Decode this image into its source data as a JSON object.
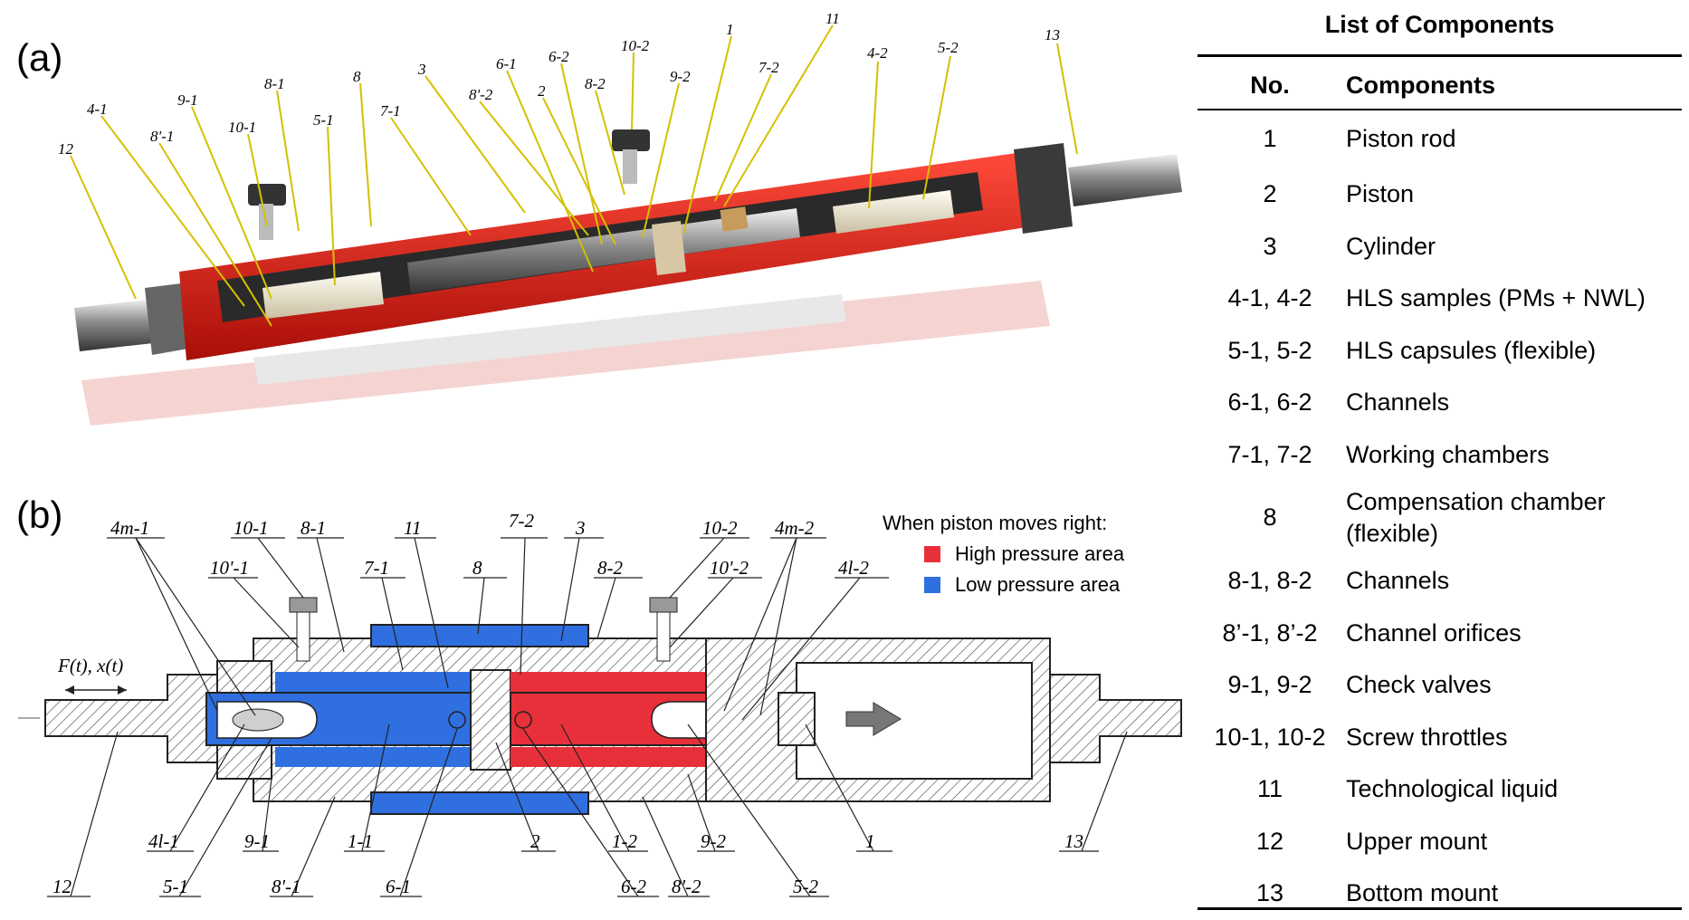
{
  "panel_a": {
    "label": "(a)",
    "callouts": {
      "c_12": "12",
      "c_4_1": "4-1",
      "c_8p_1": "8'-1",
      "c_9_1": "9-1",
      "c_10_1": "10-1",
      "c_8_1": "8-1",
      "c_5_1": "5-1",
      "c_8": "8",
      "c_7_1": "7-1",
      "c_3": "3",
      "c_8p_2": "8'-2",
      "c_6_1": "6-1",
      "c_2": "2",
      "c_6_2": "6-2",
      "c_8_2": "8-2",
      "c_10_2": "10-2",
      "c_9_2": "9-2",
      "c_1": "1",
      "c_7_2": "7-2",
      "c_11": "11",
      "c_4_2": "4-2",
      "c_5_2": "5-2",
      "c_13": "13"
    }
  },
  "panel_b": {
    "label": "(b)",
    "force_label": "F(t), x(t)",
    "legend": {
      "title": "When piston moves right:",
      "high": "High pressure area",
      "low": "Low pressure area",
      "high_color": "#e8303a",
      "low_color": "#2f6fe0"
    },
    "callouts_top": {
      "t_4m_1": "4m-1",
      "t_10_1": "10-1",
      "t_8_1": "8-1",
      "t_11": "11",
      "t_7_2": "7-2",
      "t_3": "3",
      "t_10_2": "10-2",
      "t_4m_2": "4m-2",
      "t_10p_1": "10'-1",
      "t_7_1": "7-1",
      "t_8": "8",
      "t_8_2": "8-2",
      "t_10p_2": "10'-2",
      "t_4l_2": "4l-2"
    },
    "callouts_bottom": {
      "b_4l_1": "4l-1",
      "b_9_1": "9-1",
      "b_1_1": "1-1",
      "b_2": "2",
      "b_1_2": "1-2",
      "b_9_2": "9-2",
      "b_1": "1",
      "b_13": "13",
      "b_12": "12",
      "b_5_1": "5-1",
      "b_8p_1": "8'-1",
      "b_6_1": "6-1",
      "b_6_2": "6-2",
      "b_8p_2": "8'-2",
      "b_5_2": "5-2"
    }
  },
  "components_table": {
    "title": "List of Components",
    "headers": {
      "no": "No.",
      "name": "Components"
    },
    "rows": [
      {
        "no": "1",
        "name": "Piston rod"
      },
      {
        "no": "2",
        "name": "Piston"
      },
      {
        "no": "3",
        "name": "Cylinder"
      },
      {
        "no": "4-1, 4-2",
        "name": "HLS samples (PMs + NWL)"
      },
      {
        "no": "5-1, 5-2",
        "name": "HLS capsules (flexible)"
      },
      {
        "no": "6-1, 6-2",
        "name": "Channels"
      },
      {
        "no": "7-1, 7-2",
        "name": "Working chambers"
      },
      {
        "no": "8",
        "name": "Compensation chamber (flexible)"
      },
      {
        "no": "8-1, 8-2",
        "name": "Channels"
      },
      {
        "no": "8’-1, 8’-2",
        "name": "Channel orifices"
      },
      {
        "no": "9-1, 9-2",
        "name": "Check valves"
      },
      {
        "no": "10-1, 10-2",
        "name": "Screw throttles"
      },
      {
        "no": "11",
        "name": "Technological liquid"
      },
      {
        "no": "12",
        "name": "Upper mount"
      },
      {
        "no": "13",
        "name": "Bottom mount"
      }
    ]
  }
}
